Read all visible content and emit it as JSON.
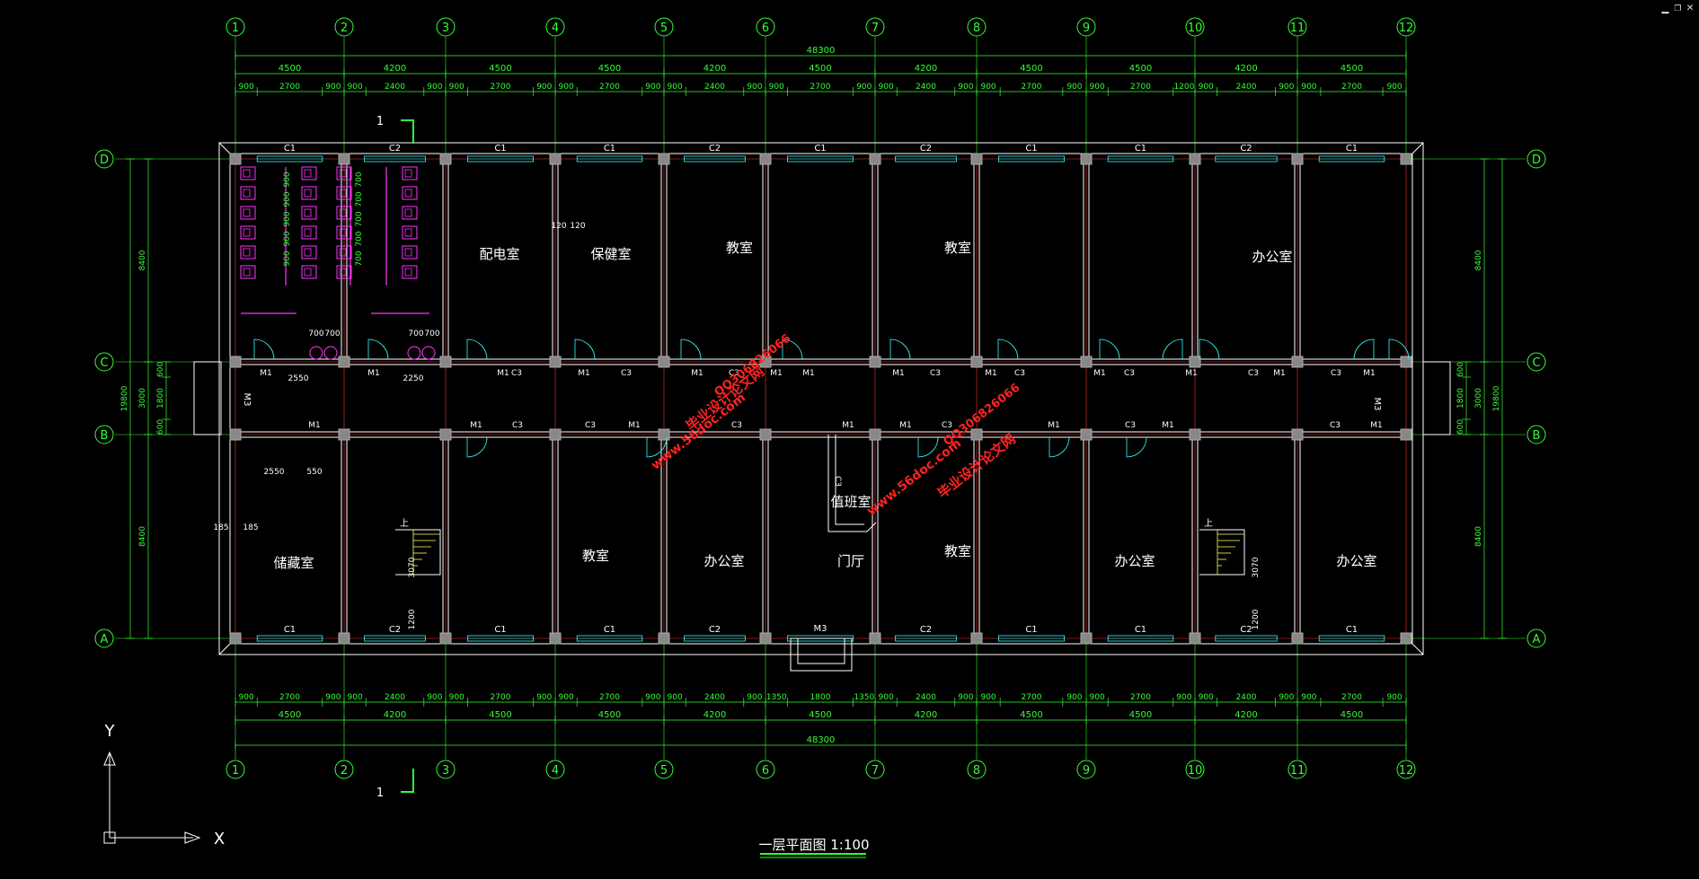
{
  "window_controls": {
    "minimize": "▁",
    "restore": "❐",
    "close": "✕"
  },
  "axes_top": [
    "1",
    "2",
    "3",
    "4",
    "5",
    "6",
    "7",
    "8",
    "9",
    "10",
    "11",
    "12"
  ],
  "axes_side": [
    "D",
    "C",
    "B",
    "A"
  ],
  "dims": {
    "total_width": "48300",
    "bays": [
      "4500",
      "4200",
      "4500",
      "4500",
      "4200",
      "4500",
      "4200",
      "4500",
      "4500",
      "4200",
      "4500"
    ],
    "openings_top": [
      "900",
      "2700",
      "900",
      "900",
      "2400",
      "900",
      "900",
      "2700",
      "900",
      "900",
      "2700",
      "900",
      "900",
      "2400",
      "900",
      "900",
      "2700",
      "900",
      "900",
      "2400",
      "900",
      "900",
      "2700",
      "900",
      "900",
      "2700",
      "1200",
      "900",
      "2400",
      "900",
      "900",
      "2700",
      "900"
    ],
    "openings_bottom": [
      "900",
      "2700",
      "900",
      "900",
      "2400",
      "900",
      "900",
      "2700",
      "900",
      "900",
      "2700",
      "900",
      "900",
      "2400",
      "900",
      "1350",
      "1800",
      "1350",
      "900",
      "2400",
      "900",
      "900",
      "2700",
      "900",
      "900",
      "2700",
      "900",
      "900",
      "2400",
      "900",
      "900",
      "2700",
      "900"
    ],
    "depth_total": "19800",
    "depth_parts": [
      "8400",
      "3000",
      "8400"
    ],
    "corridor_parts": [
      "600",
      "1800",
      "600"
    ],
    "small": {
      "d120": "120",
      "d185": "185",
      "d700": "700",
      "d2550": "2550",
      "d2250": "2250",
      "d550": "550",
      "d3070": "3070",
      "d1200": "1200"
    },
    "toilet_stall": [
      "900",
      "900",
      "900",
      "900",
      "900"
    ],
    "toilet_stall_b": [
      "700",
      "700",
      "700",
      "700",
      "700"
    ]
  },
  "windows": {
    "c1": "C1",
    "c2": "C2",
    "c3": "C3",
    "m1": "M1",
    "m3": "M3"
  },
  "rooms": {
    "pei_dian": "配电室",
    "bao_jian": "保健室",
    "jiaoshi": "教室",
    "bangong": "办公室",
    "chucang": "储藏室",
    "menting": "门厅",
    "zhiban": "值班室"
  },
  "section_mark": "1",
  "stair_up": "上",
  "watermarks": {
    "site": "www.56doc.com",
    "qq": "QQ306826066",
    "brand": "毕业设计论文网"
  },
  "ucs": {
    "x": "X",
    "y": "Y"
  },
  "title": "一层平面图  1:100",
  "colors": {
    "bg": "#000000",
    "dim": "#33ff33",
    "wall": "#ffffff",
    "axis": "#ff3333",
    "fixture": "#ff33ff",
    "window": "#33ffff",
    "watermark": "#ff2222",
    "col": "#888888"
  }
}
